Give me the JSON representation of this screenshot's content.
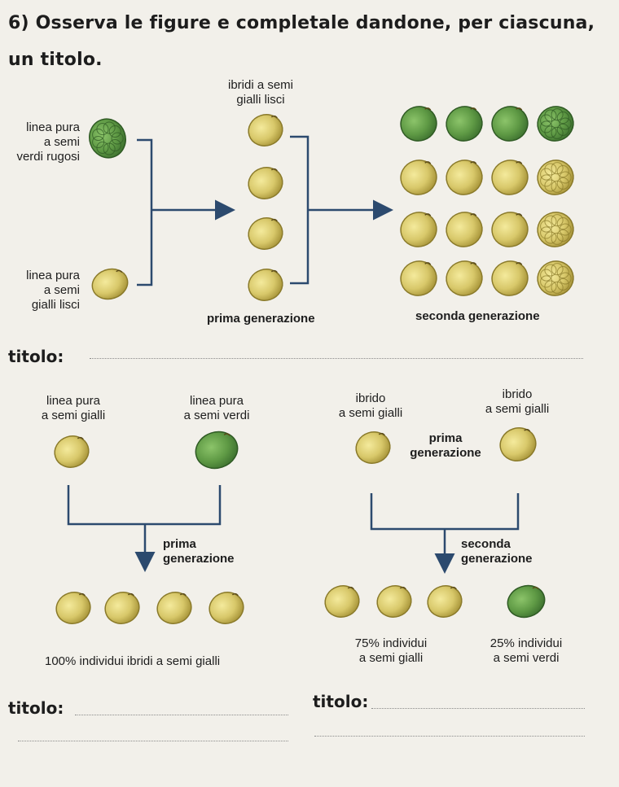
{
  "exercise": {
    "number": "6",
    "instruction_line1": "Osserva le figure e completale dandone, per ciascuna,",
    "instruction_line2": "un titolo."
  },
  "figure1": {
    "parent_green_label": [
      "linea pura",
      "a semi",
      "verdi rugosi"
    ],
    "parent_yellow_label": [
      "linea pura",
      "a semi",
      "gialli lisci"
    ],
    "hybrid_label": [
      "ibridi a semi",
      "gialli lisci"
    ],
    "first_gen_label": "prima generazione",
    "second_gen_label": "seconda generazione",
    "title_label": "titolo:"
  },
  "figure2": {
    "parent_yellow_label": [
      "linea pura",
      "a semi gialli"
    ],
    "parent_green_label": [
      "linea pura",
      "a semi verdi"
    ],
    "first_gen_label": [
      "prima",
      "generazione"
    ],
    "result_label": "100% individui ibridi a semi gialli",
    "title_label": "titolo:"
  },
  "figure3": {
    "hybrid_left_label": [
      "ibrido",
      "a semi gialli"
    ],
    "hybrid_right_label": [
      "ibrido",
      "a semi gialli"
    ],
    "first_gen_label": [
      "prima",
      "generazione"
    ],
    "second_gen_label": [
      "seconda",
      "generazione"
    ],
    "yellow_pct_label": [
      "75% individui",
      "a semi gialli"
    ],
    "green_pct_label": [
      "25% individui",
      "a semi verdi"
    ],
    "title_label": "titolo:"
  },
  "colors": {
    "seed_yellow": "#d8c86a",
    "seed_yellow_dark": "#a8953a",
    "seed_green": "#5f9a45",
    "seed_green_dark": "#3f7330",
    "line_blue": "#2c4a6e"
  }
}
